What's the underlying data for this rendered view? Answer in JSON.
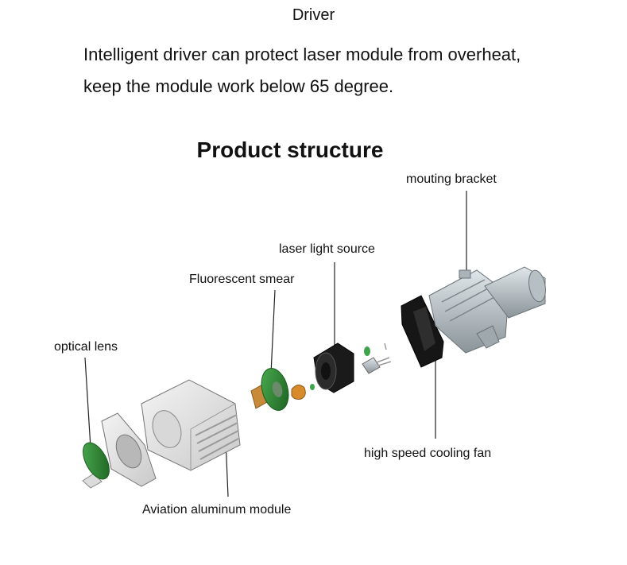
{
  "heading": "Driver",
  "description": {
    "line1": "Intelligent driver can protect laser module  from overheat,",
    "line2": "keep the module  work below 65 degree."
  },
  "title": "Product structure",
  "labels": {
    "mounting_bracket": "mouting bracket",
    "laser_light_source": "laser light source",
    "fluorescent_smear": "Fluorescent smear",
    "optical_lens": "optical lens",
    "cooling_fan": "high speed cooling fan",
    "aluminum_module": "Aviation aluminum module"
  }
}
